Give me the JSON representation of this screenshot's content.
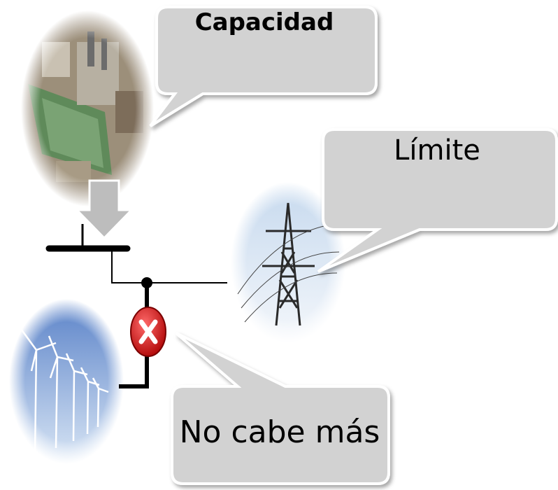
{
  "callouts": {
    "capacity": "Capacidad",
    "limit": "Límite",
    "full": "No cabe más"
  },
  "colors": {
    "callout_fill": "#d2d2d2",
    "callout_stroke": "#ffffff",
    "line": "#000000",
    "breaker": "#cc1f1f",
    "arrow": "#bdbdbd"
  },
  "icons": {
    "plant": "power-plant-photo",
    "tower": "transmission-tower-photo",
    "wind": "wind-farm-photo",
    "breaker": "x-breaker-icon"
  }
}
